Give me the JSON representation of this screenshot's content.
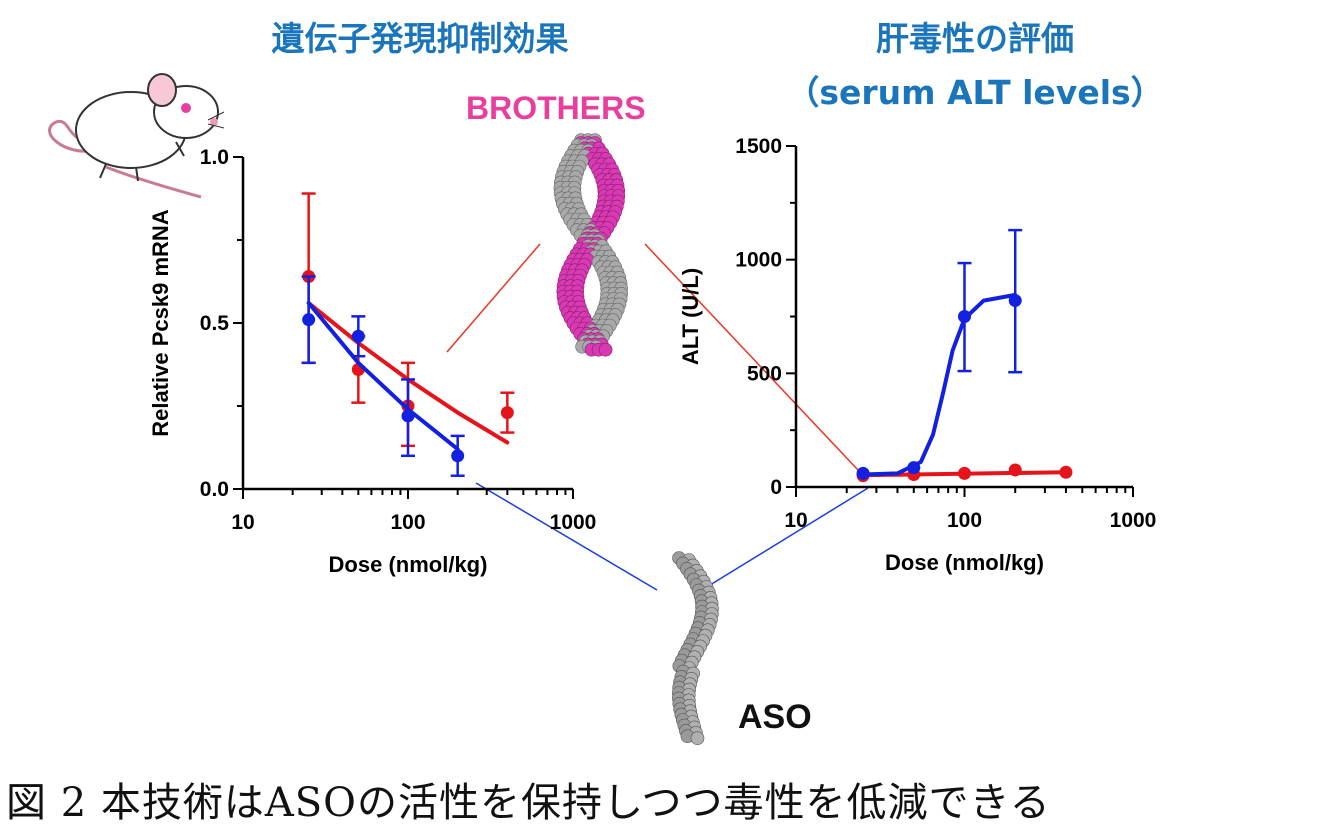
{
  "colors": {
    "title": "#1a75bb",
    "brothers": "#e83e9e",
    "series_red": "#e5141b",
    "series_blue": "#1220e0",
    "connector_red": "#ee3322",
    "connector_blue": "#1a3ee0"
  },
  "titles": {
    "left": "遺伝子発現抑制効果",
    "right_line1": "肝毒性の評価",
    "right_line2": "（serum ALT levels）"
  },
  "labels": {
    "brothers": "BROTHERS",
    "aso": "ASO"
  },
  "icons": {
    "mouse": "mouse-illustration",
    "brothers_molecule": "double-strand-molecule",
    "aso_molecule": "single-strand-molecule"
  },
  "caption": "図 2 本技術はASOの活性を保持しつつ毒性を低減できる",
  "chart_data": [
    {
      "type": "scatter",
      "xlabel": "Dose (nmol/kg)",
      "ylabel": "Relative Pcsk9 mRNA",
      "xscale": "log",
      "xlim": [
        10,
        1000
      ],
      "ylim": [
        0,
        1.0
      ],
      "xticks": [
        "10",
        "100",
        "1000"
      ],
      "yticks": [
        "0.0",
        "0.5",
        "1.0"
      ],
      "grid": false,
      "series": [
        {
          "color": "#e5141b",
          "x": [
            25,
            50,
            100,
            400
          ],
          "y": [
            0.64,
            0.36,
            0.25,
            0.23
          ],
          "err_low": [
            0.38,
            0.26,
            0.13,
            0.17
          ],
          "err_high": [
            0.89,
            0.46,
            0.38,
            0.29
          ],
          "fit_x": [
            25,
            50,
            100,
            200,
            400
          ],
          "fit_y": [
            0.56,
            0.44,
            0.33,
            0.23,
            0.14
          ]
        },
        {
          "color": "#1220e0",
          "x": [
            25,
            50,
            100,
            200
          ],
          "y": [
            0.51,
            0.46,
            0.22,
            0.1
          ],
          "err_low": [
            0.38,
            0.4,
            0.1,
            0.04
          ],
          "err_high": [
            0.64,
            0.52,
            0.33,
            0.16
          ],
          "fit_x": [
            25,
            50,
            100,
            150,
            200
          ],
          "fit_y": [
            0.56,
            0.38,
            0.24,
            0.17,
            0.12
          ]
        }
      ]
    },
    {
      "type": "scatter",
      "xlabel": "Dose (nmol/kg)",
      "ylabel": "ALT (U/L)",
      "xscale": "log",
      "xlim": [
        10,
        1000
      ],
      "ylim": [
        0,
        1500
      ],
      "xticks": [
        "10",
        "100",
        "1000"
      ],
      "yticks": [
        "0",
        "500",
        "1000",
        "1500"
      ],
      "grid": false,
      "series": [
        {
          "color": "#e5141b",
          "x": [
            25,
            50,
            100,
            200,
            400
          ],
          "y": [
            50,
            55,
            60,
            75,
            65
          ],
          "fit_x": [
            25,
            400
          ],
          "fit_y": [
            52,
            65
          ]
        },
        {
          "color": "#1220e0",
          "x": [
            25,
            50,
            100,
            200
          ],
          "y": [
            60,
            85,
            750,
            820
          ],
          "err_low": [
            null,
            null,
            510,
            505
          ],
          "err_high": [
            null,
            null,
            985,
            1130
          ],
          "fit_x": [
            25,
            40,
            55,
            65,
            75,
            85,
            100,
            130,
            200
          ],
          "fit_y": [
            55,
            60,
            110,
            230,
            420,
            600,
            740,
            820,
            845
          ]
        }
      ]
    }
  ]
}
